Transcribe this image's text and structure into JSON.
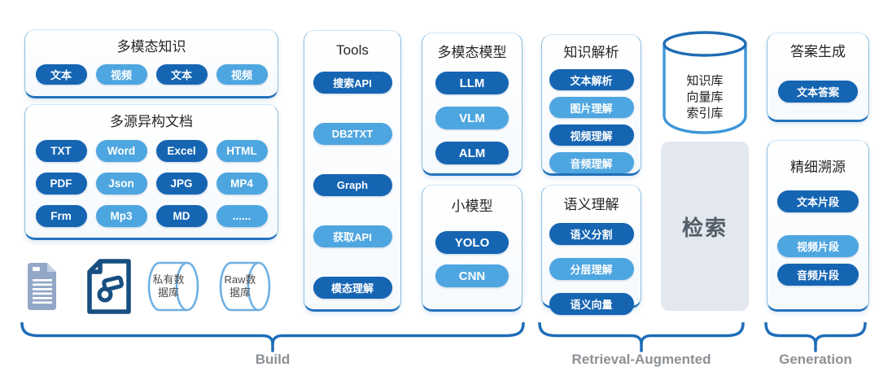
{
  "colors": {
    "pill_dark": "#1565b3",
    "pill_light": "#4ea6e0",
    "brace": "#1e6cb8",
    "section_label": "#8c9196",
    "panel_border": "#8fbede",
    "panel_border_bottom": "#2374bd",
    "retrieve_bg": "#e2e8ee",
    "retrieve_text": "#525d68"
  },
  "icons": {
    "raw_document": "document-lines-icon",
    "parsed_document": "document-gear-icon",
    "private_database": "cylinder-database-icon",
    "raw_database": "cylinder-database-icon",
    "knowledge_store": "cylinder-database-icon"
  },
  "build_section": {
    "multimodal_knowledge": {
      "title": "多模态知识",
      "pills": [
        {
          "label": "文本",
          "tone": "dark"
        },
        {
          "label": "视频",
          "tone": "light"
        },
        {
          "label": "文本",
          "tone": "dark"
        },
        {
          "label": "视频",
          "tone": "light"
        }
      ]
    },
    "heterogeneous_docs": {
      "title": "多源异构文档",
      "pills": [
        {
          "label": "TXT",
          "tone": "dark"
        },
        {
          "label": "Word",
          "tone": "light"
        },
        {
          "label": "Excel",
          "tone": "dark"
        },
        {
          "label": "HTML",
          "tone": "light"
        },
        {
          "label": "PDF",
          "tone": "dark"
        },
        {
          "label": "Json",
          "tone": "light"
        },
        {
          "label": "JPG",
          "tone": "dark"
        },
        {
          "label": "MP4",
          "tone": "light"
        },
        {
          "label": "Frm",
          "tone": "dark"
        },
        {
          "label": "Mp3",
          "tone": "light"
        },
        {
          "label": "MD",
          "tone": "dark"
        },
        {
          "label": "......",
          "tone": "light"
        }
      ]
    },
    "sources": {
      "private_db_label": "私有数\n据库",
      "raw_db_label": "Raw数\n据库"
    },
    "tools": {
      "title": "Tools",
      "pills": [
        {
          "label": "搜索API",
          "tone": "dark"
        },
        {
          "label": "DB2TXT",
          "tone": "light"
        },
        {
          "label": "Graph",
          "tone": "dark"
        },
        {
          "label": "获取API",
          "tone": "light"
        },
        {
          "label": "模态理解",
          "tone": "dark"
        }
      ]
    },
    "multimodal_models": {
      "title": "多模态模型",
      "pills": [
        {
          "label": "LLM",
          "tone": "dark"
        },
        {
          "label": "VLM",
          "tone": "light"
        },
        {
          "label": "ALM",
          "tone": "dark"
        }
      ]
    },
    "small_models": {
      "title": "小模型",
      "pills": [
        {
          "label": "YOLO",
          "tone": "dark"
        },
        {
          "label": "CNN",
          "tone": "light"
        }
      ]
    }
  },
  "retrieval_section": {
    "knowledge_parsing": {
      "title": "知识解析",
      "pills": [
        {
          "label": "文本解析",
          "tone": "dark"
        },
        {
          "label": "图片理解",
          "tone": "light"
        },
        {
          "label": "视频理解",
          "tone": "dark"
        },
        {
          "label": "音频理解",
          "tone": "light"
        }
      ]
    },
    "semantic_understanding": {
      "title": "语义理解",
      "pills": [
        {
          "label": "语义分割",
          "tone": "dark"
        },
        {
          "label": "分层理解",
          "tone": "light"
        },
        {
          "label": "语义向量",
          "tone": "dark"
        }
      ]
    },
    "knowledge_store": {
      "label": "知识库\n向量库\n索引库"
    },
    "retrieve": {
      "label": "检索"
    }
  },
  "generation_section": {
    "answer_generation": {
      "title": "答案生成",
      "pills": [
        {
          "label": "文本答案",
          "tone": "dark"
        }
      ]
    },
    "fine_tracing": {
      "title": "精细溯源",
      "pills": [
        {
          "label": "文本片段",
          "tone": "dark"
        },
        {
          "label": "视频片段",
          "tone": "light"
        },
        {
          "label": "音频片段",
          "tone": "dark"
        }
      ]
    }
  },
  "braces": [
    {
      "label": "Build"
    },
    {
      "label": "Retrieval-Augmented"
    },
    {
      "label": "Generation"
    }
  ]
}
